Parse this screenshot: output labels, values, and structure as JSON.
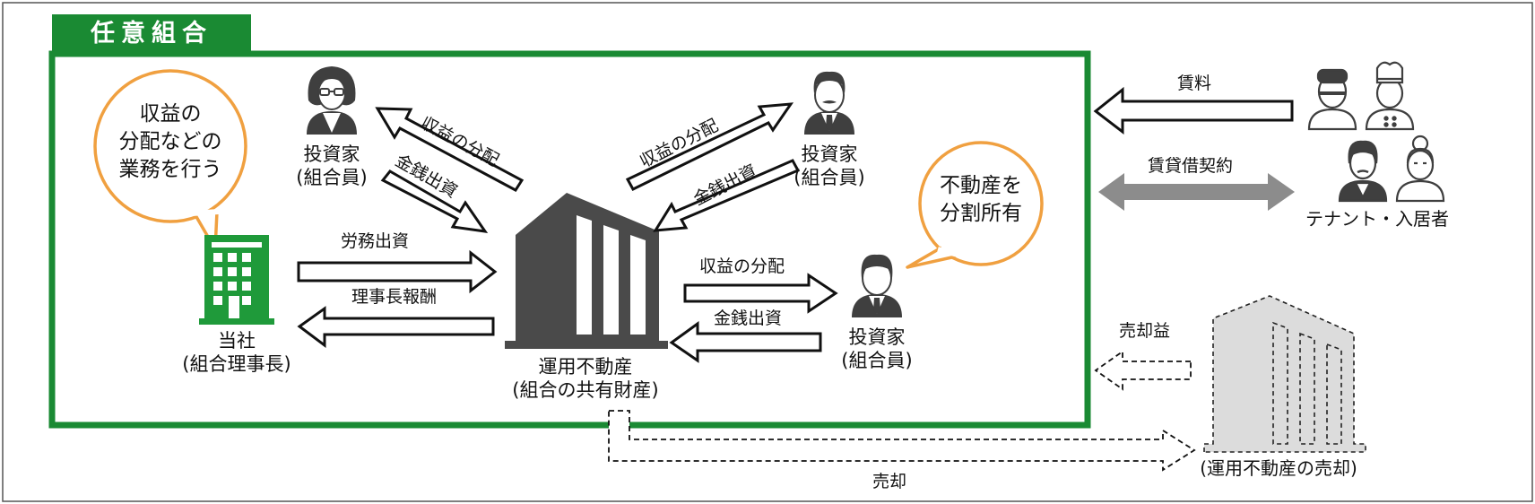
{
  "title": "任意組合",
  "colors": {
    "group_border": "#1a8a33",
    "group_tag": "#1a8a33",
    "company_icon": "#1f9a3a",
    "bubble_border": "#f0a040",
    "building_dark": "#4a4a4a",
    "building_light": "#d9d9d9",
    "gray_arrow": "#8c8c8c"
  },
  "bubbles": {
    "left": [
      "収益の",
      "分配などの",
      "業務を行う"
    ],
    "right": [
      "不動産を",
      "分割所有"
    ]
  },
  "company": {
    "icon": "office-building-icon",
    "label_line1": "当社",
    "label_line2": "(組合理事長)"
  },
  "investors": {
    "top_left": {
      "icon": "investor-woman-icon",
      "line1": "投資家",
      "line2": "(組合員)"
    },
    "top_right": {
      "icon": "investor-man-mustache-icon",
      "line1": "投資家",
      "line2": "(組合員)"
    },
    "bottom_right": {
      "icon": "investor-man-icon",
      "line1": "投資家",
      "line2": "(組合員)"
    }
  },
  "property": {
    "icon": "building-icon",
    "line1": "運用不動産",
    "line2": "(組合の共有財産)"
  },
  "arrows": {
    "labor_contribution": "労務出資",
    "director_fee": "理事長報酬",
    "profit_distribution": "収益の分配",
    "money_contribution": "金銭出資",
    "rent": "賃料",
    "lease_contract": "賃貸借契約",
    "sale_profit": "売却益",
    "sale": "売却"
  },
  "tenants": {
    "icon": "tenants-group-icon",
    "label": "テナント・入居者"
  },
  "sold_property": {
    "icon": "building-outline-icon",
    "label": "(運用不動産の売却)"
  }
}
